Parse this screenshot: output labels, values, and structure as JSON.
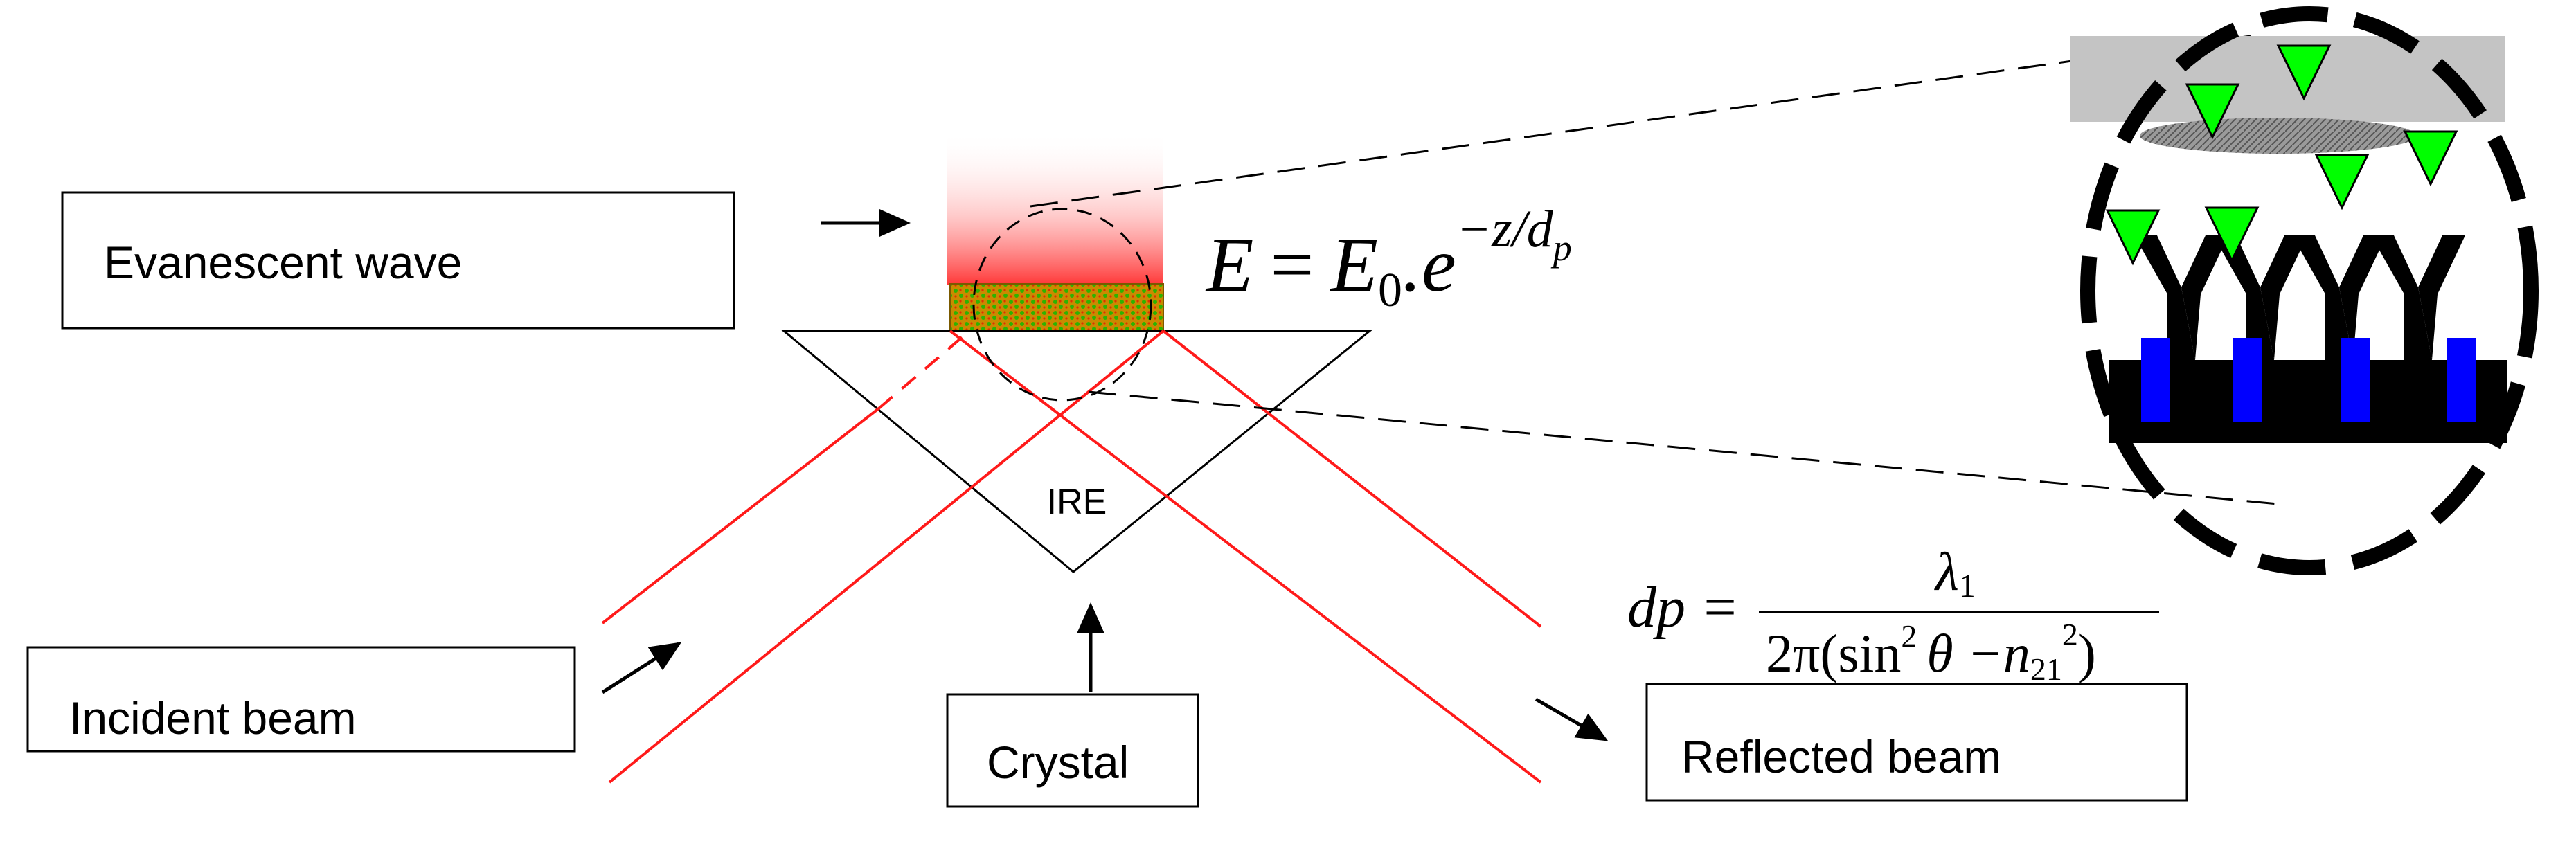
{
  "labels": {
    "evanescent": "Evanescent wave",
    "incident": "Incident beam",
    "crystal": "Crystal",
    "reflected": "Reflected beam",
    "ire": "IRE"
  },
  "equations": {
    "field": {
      "lhs": "E",
      "eq": "=",
      "base": "E",
      "sub": "0",
      "dot": ".e",
      "exp": "−z/d",
      "exp_sub": "p"
    },
    "depth": {
      "lhs": "dp =",
      "num": "λ",
      "num_sub": "1",
      "den_a": "2π(sin",
      "den_sup": "2",
      "den_b": "θ −n",
      "den_sub": "21",
      "den_sup2": "2",
      "den_c": ")"
    }
  },
  "colors": {
    "beam": "#ff1a1a",
    "outline": "#000000",
    "bead": "#00ff00",
    "bead_outline": "#000000",
    "anchor": "#0000ff",
    "film": "#cc9900",
    "film_dots": "#2db300",
    "surface_gray": "#c0c0c0"
  }
}
